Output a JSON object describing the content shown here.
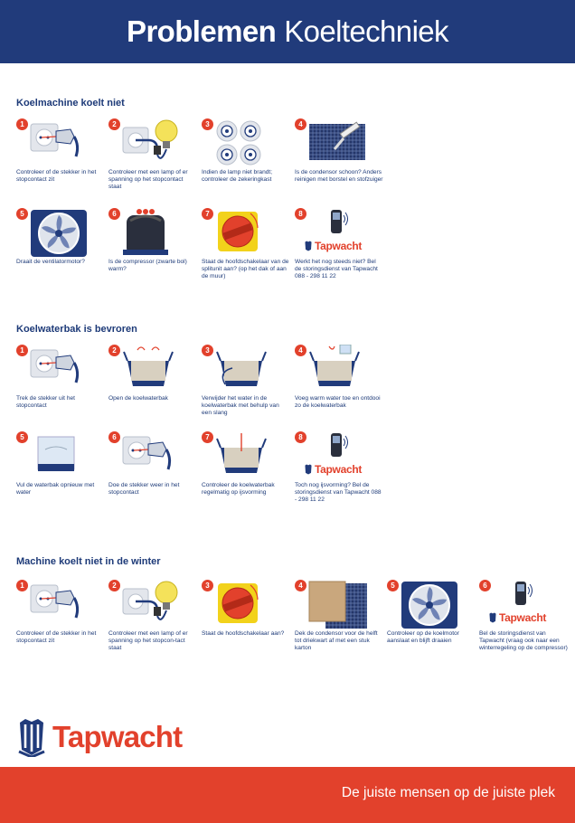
{
  "header": {
    "title_bold": "Problemen",
    "title_light": "Koeltechniek"
  },
  "sections": [
    {
      "title": "Koelmachine koelt niet",
      "steps": [
        {
          "n": "1",
          "icon": "plug-socket-icon",
          "caption": "Controleer of de stekker in het stopcontact zit"
        },
        {
          "n": "2",
          "icon": "lamp-socket-icon",
          "caption": "Controleer met een lamp of er spanning op het stopcontact staat"
        },
        {
          "n": "3",
          "icon": "fuses-icon",
          "caption": "Indien de lamp niet brandt; controleer de zekeringkast"
        },
        {
          "n": "4",
          "icon": "condenser-brush-icon",
          "caption": "Is de condensor schoon? Anders reinigen met borstel en stofzuiger"
        },
        {
          "n": "5",
          "icon": "fan-icon",
          "caption": "Draait de ventilatormotor?"
        },
        {
          "n": "6",
          "icon": "compressor-icon",
          "caption": "Is de compressor (zwarte bol) warm?"
        },
        {
          "n": "7",
          "icon": "main-switch-icon",
          "caption": "Staat de hoofdschakelaar van de splitunit aan? (op het dak of aan de muur)"
        },
        {
          "n": "8",
          "icon": "phone-icon",
          "brand": "Tapwacht",
          "caption": "Werkt het nog steeds niet? Bel de storingsdienst van Tapwacht 088 - 298 11 22"
        }
      ]
    },
    {
      "title": "Koelwaterbak is bevroren",
      "steps": [
        {
          "n": "1",
          "icon": "plug-socket-icon",
          "caption": "Trek de stekker uit het stopcontact"
        },
        {
          "n": "2",
          "icon": "open-tank-icon",
          "caption": "Open de koelwaterbak"
        },
        {
          "n": "3",
          "icon": "drain-tank-icon",
          "caption": "Verwijder het water in de koelwaterbak met behulp van een slang"
        },
        {
          "n": "4",
          "icon": "pour-water-icon",
          "caption": "Voeg warm water toe en ontdooi zo de koelwaterbak"
        },
        {
          "n": "5",
          "icon": "fill-tank-icon",
          "caption": "Vul de waterbak opnieuw met water"
        },
        {
          "n": "6",
          "icon": "plug-socket-icon",
          "caption": "Doe de stekker weer in het stopcontact"
        },
        {
          "n": "7",
          "icon": "check-tank-icon",
          "caption": "Controleer de koelwaterbak regelmatig op ijsvorming"
        },
        {
          "n": "8",
          "icon": "phone-icon",
          "brand": "Tapwacht",
          "caption": "Toch nog ijsvorming? Bel de storingsdienst van Tapwacht 088 - 298 11 22"
        }
      ]
    },
    {
      "title": "Machine koelt niet in de winter",
      "steps": [
        {
          "n": "1",
          "icon": "plug-socket-icon",
          "caption": "Controleer of de stekker in het stopcontact zit"
        },
        {
          "n": "2",
          "icon": "lamp-socket-icon",
          "caption": "Controleer met een lamp of er spanning op het stopcon-tact staat"
        },
        {
          "n": "3",
          "icon": "main-switch-icon",
          "caption": "Staat de hoofdschakelaar aan?"
        },
        {
          "n": "4",
          "icon": "cardboard-condenser-icon",
          "caption": "Dek de condensor voor de helft tot driekwart af met een stuk karton"
        },
        {
          "n": "5",
          "icon": "fan-icon",
          "caption": "Controleer op de koelmotor aanslaat en blijft draaien"
        },
        {
          "n": "6",
          "icon": "phone-icon",
          "brand": "Tapwacht",
          "caption": "Bel de storingsdienst van Tapwacht (vraag ook naar een winterregeling op de compressor)"
        }
      ]
    }
  ],
  "brand": {
    "name": "Tapwacht"
  },
  "footer": {
    "slogan": "De juiste mensen op de juiste plek"
  },
  "colors": {
    "navy": "#213b7b",
    "red": "#e2412c",
    "text": "#1d3a78"
  }
}
